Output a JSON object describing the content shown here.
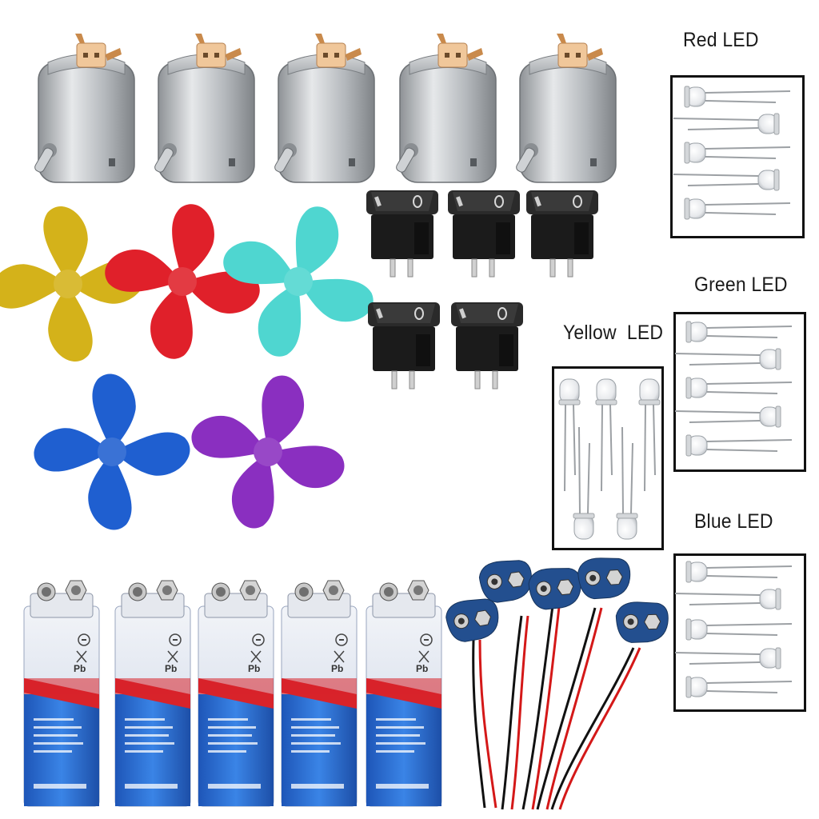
{
  "labels": {
    "red_led": "Red LED",
    "green_led": "Green LED",
    "yellow_led": "Yellow  LED",
    "blue_led": "Blue LED"
  },
  "items": {
    "dc_motors": 5,
    "propellers": [
      "#d4b21a",
      "#e0202a",
      "#4fd6d0",
      "#1f5fd0",
      "#8a2fc0"
    ],
    "rocker_switches": 5,
    "batteries_9v": 5,
    "battery_snaps": 5,
    "leds_per_box": 5
  },
  "colors": {
    "battery_blue": "#2a6fd6",
    "battery_red": "#d8232a",
    "snap_blue": "#234f8f",
    "switch_black": "#1b1b1b",
    "motor_silver": "#b9bcbf"
  }
}
